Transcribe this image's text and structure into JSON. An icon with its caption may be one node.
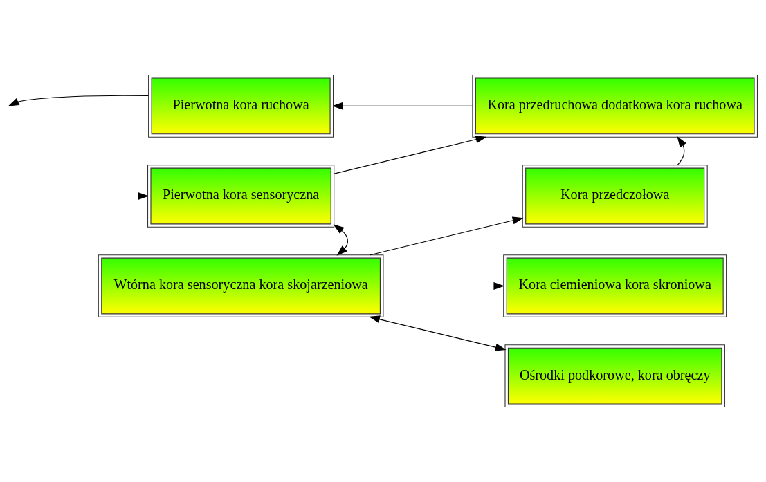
{
  "diagram": {
    "nodes": [
      {
        "text": [
          "Pierwotna kora ruchowa"
        ]
      },
      {
        "text": [
          "Kora przedruchowa dodatkowa kora ruchowa"
        ]
      },
      {
        "text": [
          "Pierwotna kora sensoryczna"
        ]
      },
      {
        "text": [
          "Kora przedczołowa"
        ]
      },
      {
        "text": [
          "Kora ciemieniowa kora skroniowa"
        ]
      },
      {
        "text": [
          "Wtórna kora sensoryczna kora skojarzeniowa"
        ]
      },
      {
        "text": [
          "Ośrodki podkorowe, kora obręczy"
        ]
      }
    ],
    "edges": [
      {
        "from": 0,
        "to": null,
        "arrow": "to"
      },
      {
        "from": 1,
        "to": 0,
        "arrow": "to"
      },
      {
        "from": 2,
        "to": 1,
        "arrow": "to"
      },
      {
        "from": 3,
        "to": 1,
        "arrow": "to"
      },
      {
        "from": null,
        "to": 2,
        "arrow": "to"
      },
      {
        "from": 2,
        "to": 5,
        "arrow": "both"
      },
      {
        "from": 5,
        "to": 3,
        "arrow": "to"
      },
      {
        "from": 5,
        "to": 4,
        "arrow": "to"
      },
      {
        "from": 5,
        "to": 6,
        "arrow": "both"
      }
    ]
  }
}
